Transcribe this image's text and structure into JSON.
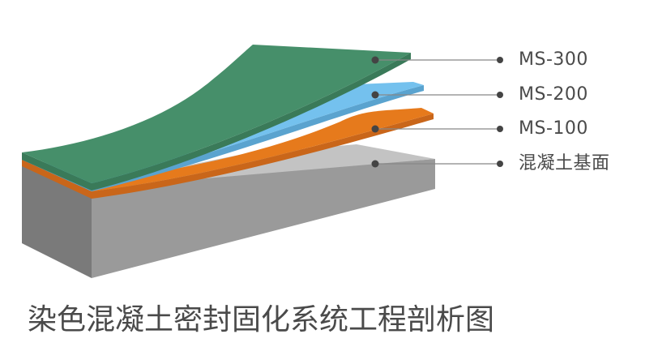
{
  "title": "染色混凝土密封固化系统工程剖析图",
  "layers": [
    {
      "label": "MS-300",
      "color": "#468f6a",
      "edge_color": "#3a7a59"
    },
    {
      "label": "MS-200",
      "color": "#74c1ee",
      "edge_color": "#5aa3cf"
    },
    {
      "label": "MS-100",
      "color": "#e67a1c",
      "edge_color": "#c9661a"
    },
    {
      "label": "混凝土基面",
      "color": "#c3c3c3",
      "edge_color": "#999999"
    }
  ],
  "colors": {
    "text": "#4a4a4a",
    "leader_line": "#888888",
    "leader_dot": "#444444",
    "base_front": "#9a9a9a",
    "base_side": "#7a7a7a"
  }
}
